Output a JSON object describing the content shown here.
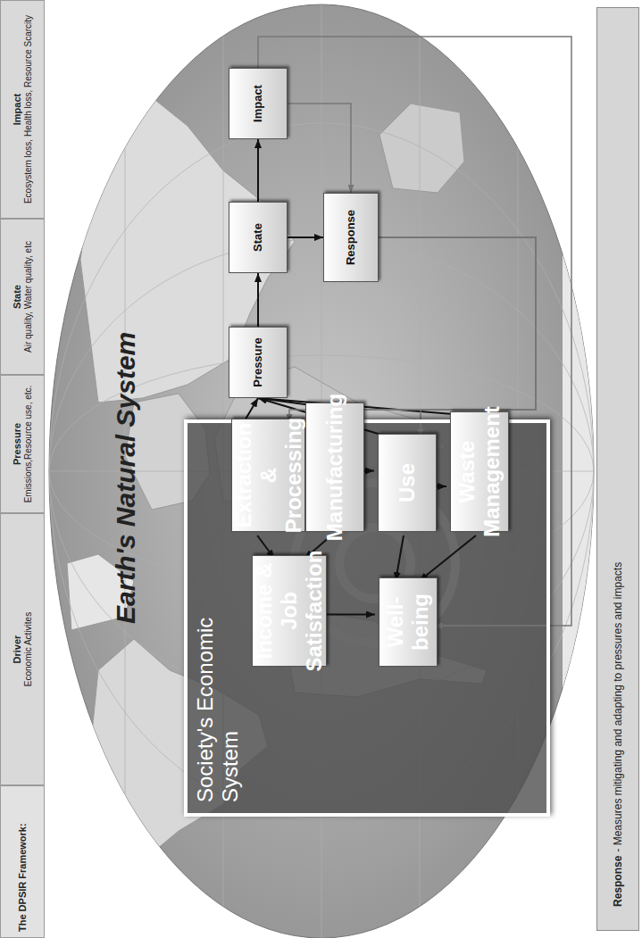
{
  "diagram": {
    "nodes": [
      {
        "text": [
          "The DPSIR Framework:"
        ]
      },
      {
        "text": [
          "Driver",
          "Economic Activites"
        ]
      },
      {
        "text": [
          "Pressure",
          "Emissions,Resource use, etc."
        ]
      },
      {
        "text": [
          "State",
          "Air quality, Water quality, etc"
        ]
      },
      {
        "text": [
          "Impact",
          "Ecosystem loss, Health loss, Resource Scarcity"
        ]
      },
      {
        "text": [
          "Society's Economic System"
        ]
      },
      {
        "text": [
          "Extraction & Processing"
        ],
        "in": 5
      },
      {
        "text": [
          "Manufacturing"
        ],
        "in": 5
      },
      {
        "text": [
          "Use"
        ],
        "in": 5
      },
      {
        "text": [
          "Waste Management"
        ],
        "in": 5
      },
      {
        "text": [
          "Income & Job Satisfaction"
        ],
        "in": 5
      },
      {
        "text": [
          "Well-being"
        ],
        "in": 5
      },
      {
        "text": [
          "Pressure"
        ]
      },
      {
        "text": [
          "State"
        ]
      },
      {
        "text": [
          "Impact"
        ]
      },
      {
        "text": [
          "Response"
        ]
      },
      {
        "text": [
          "Response",
          "- Measures mitigating and adapting to pressures and impacts"
        ]
      }
    ],
    "edges": [
      {
        "from": 6,
        "to": 7,
        "arrow": "to"
      },
      {
        "from": 7,
        "to": 8,
        "arrow": "to"
      },
      {
        "from": 8,
        "to": 9,
        "arrow": "to"
      },
      {
        "from": 6,
        "to": 10,
        "arrow": "to"
      },
      {
        "from": 7,
        "to": 10,
        "arrow": "to"
      },
      {
        "from": 10,
        "to": 11,
        "arrow": "to"
      },
      {
        "from": 8,
        "to": 11,
        "arrow": "to"
      },
      {
        "from": 9,
        "to": 11,
        "arrow": "to"
      },
      {
        "from": 6,
        "to": 12,
        "arrow": "to"
      },
      {
        "from": 7,
        "to": 12,
        "arrow": "to"
      },
      {
        "from": 8,
        "to": 12,
        "arrow": "to"
      },
      {
        "from": 9,
        "to": 12,
        "arrow": "to"
      },
      {
        "from": 12,
        "to": 13,
        "arrow": "to"
      },
      {
        "from": 13,
        "to": 14,
        "arrow": "to"
      },
      {
        "from": 13,
        "to": 15,
        "arrow": "to"
      },
      {
        "from": 14,
        "to": 15,
        "arrow": "to"
      },
      {
        "from": 14,
        "to": 11,
        "arrow": "to"
      },
      {
        "from": 15,
        "to": 6,
        "arrow": "to"
      },
      {
        "from": 15,
        "to": 7,
        "arrow": "to"
      },
      {
        "from": 15,
        "to": 8,
        "arrow": "to"
      },
      {
        "from": 15,
        "to": 9,
        "arrow": "to"
      }
    ],
    "labels": [
      "Earth's Natural System"
    ]
  }
}
